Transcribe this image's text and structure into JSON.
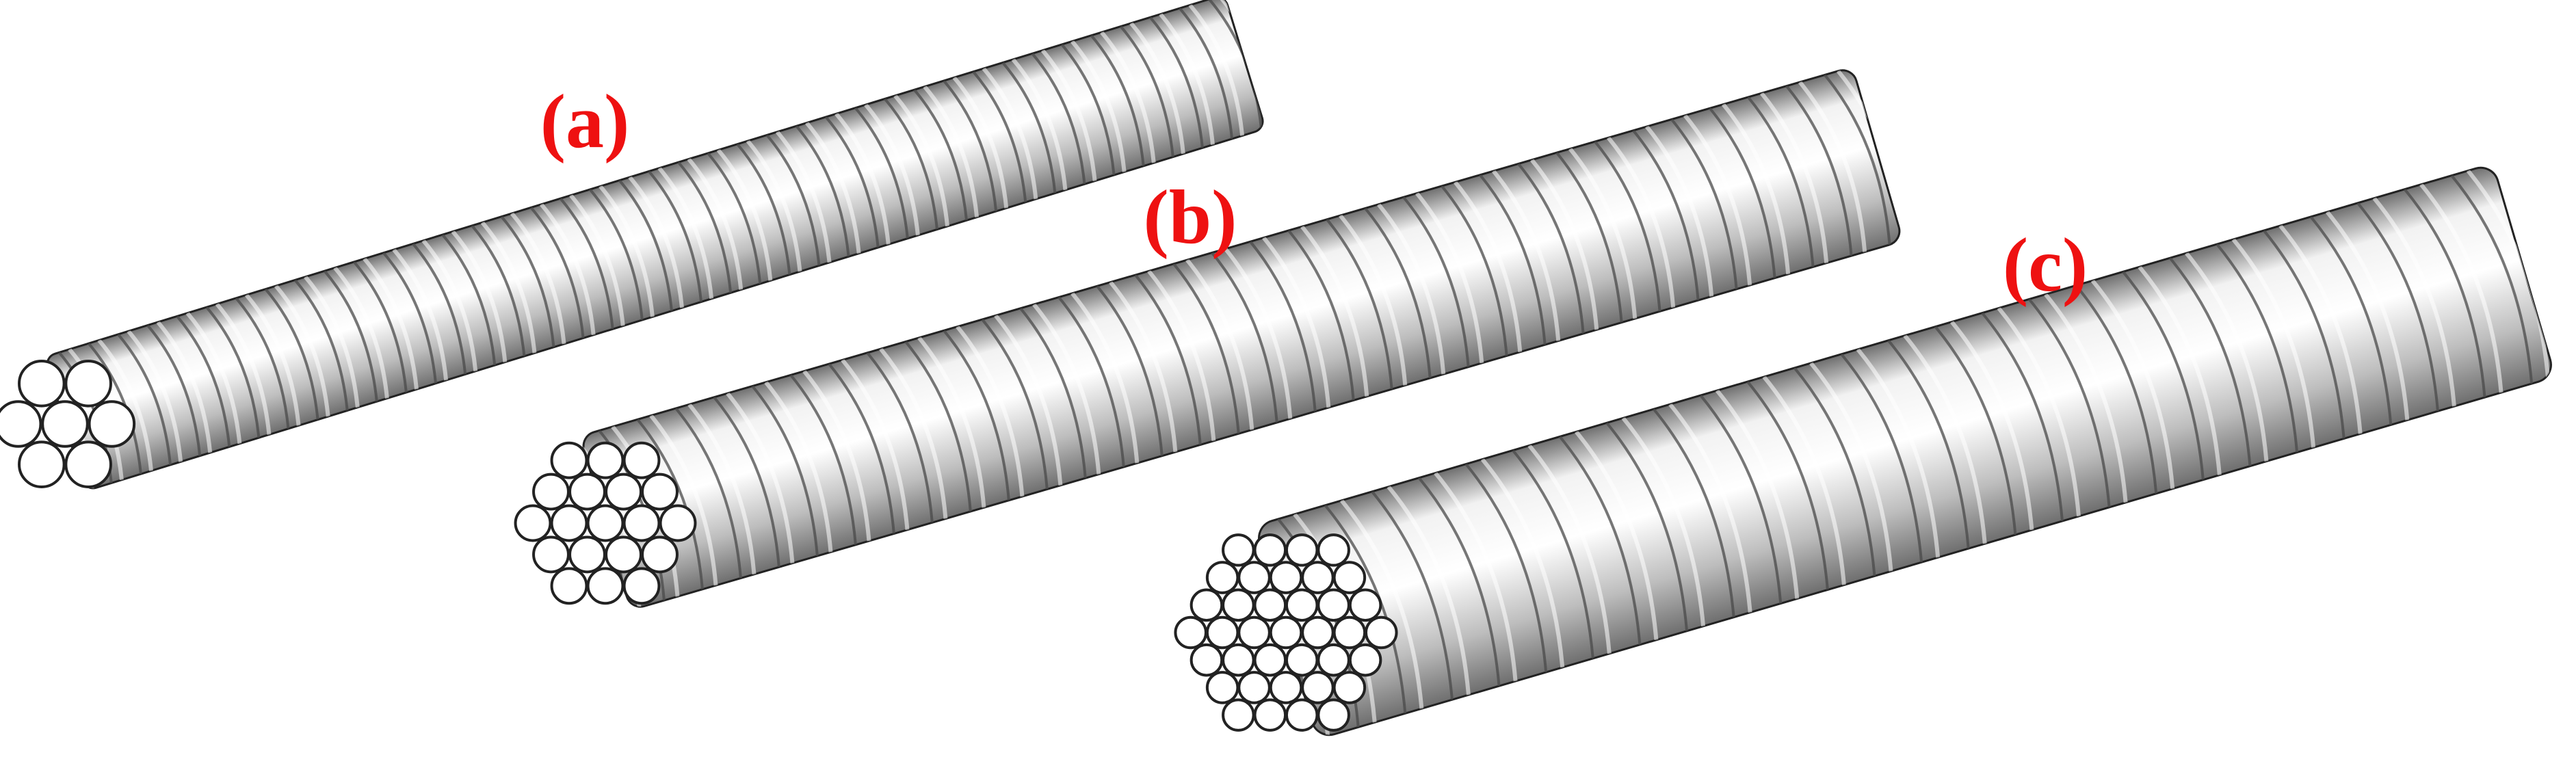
{
  "panels": [
    {
      "id": "a",
      "label": "(a)",
      "wire_count": 7
    },
    {
      "id": "b",
      "label": "(b)",
      "wire_count": 19
    },
    {
      "id": "c",
      "label": "(c)",
      "wire_count": 37
    }
  ],
  "colors": {
    "label": "#ee1111",
    "wire_face": "#ffffff",
    "wire_outline": "#222222",
    "body_light": "#f2f2f2",
    "body_mid": "#bdbdbd",
    "body_dark": "#6e6e6e",
    "groove": "#4a4a4a"
  }
}
